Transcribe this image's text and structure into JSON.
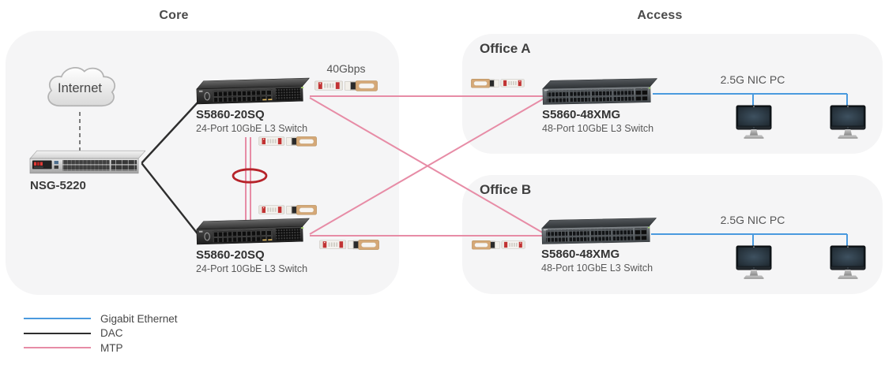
{
  "sections": {
    "core": {
      "title": "Core"
    },
    "access": {
      "title": "Access"
    },
    "office_a": {
      "title": "Office A"
    },
    "office_b": {
      "title": "Office B"
    }
  },
  "devices": {
    "internet": {
      "label": "Internet"
    },
    "firewall": {
      "name": "NSG-5220"
    },
    "core_switch_1": {
      "name": "S5860-20SQ",
      "description": "24-Port 10GbE L3 Switch"
    },
    "core_switch_2": {
      "name": "S5860-20SQ",
      "description": "24-Port 10GbE L3 Switch"
    },
    "access_switch_a": {
      "name": "S5860-48XMG",
      "description": "48-Port 10GbE L3 Switch"
    },
    "access_switch_b": {
      "name": "S5860-48XMG",
      "description": "48-Port 10GbE L3 Switch"
    }
  },
  "annotations": {
    "uplink_speed": "40Gbps",
    "office_a_pc": "2.5G NIC PC",
    "office_b_pc": "2.5G NIC PC"
  },
  "legend": {
    "items": [
      {
        "label": "Gigabit Ethernet",
        "color": "#4a9ade"
      },
      {
        "label": "DAC",
        "color": "#2e2e2e"
      },
      {
        "label": "MTP",
        "color": "#e78ca6"
      }
    ]
  },
  "colors": {
    "gigabit": "#4a9ade",
    "dac": "#2e2e2e",
    "mtp": "#e78ca6",
    "ring": "#b6232a",
    "panel": "#f5f5f6"
  },
  "icons": {
    "internet-cloud-icon": "cloud",
    "qsfp-transceiver-pair-icon": "MTP connector + QSFP module",
    "lag-ring-icon": "link aggregation ellipse",
    "pc-monitor-icon": "desktop monitor"
  }
}
